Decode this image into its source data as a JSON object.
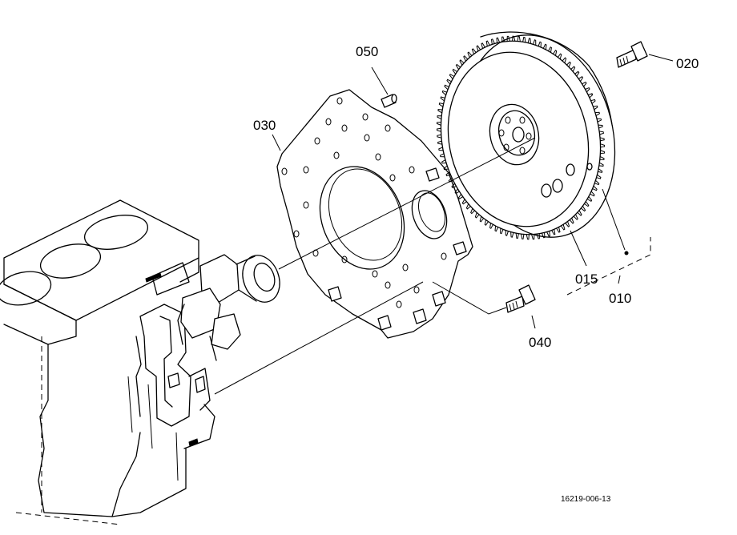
{
  "diagram": {
    "callouts": {
      "c010": "010",
      "c015": "015",
      "c020": "020",
      "c030": "030",
      "c040": "040",
      "c050": "050"
    },
    "figure_number": "16219-006-13"
  }
}
